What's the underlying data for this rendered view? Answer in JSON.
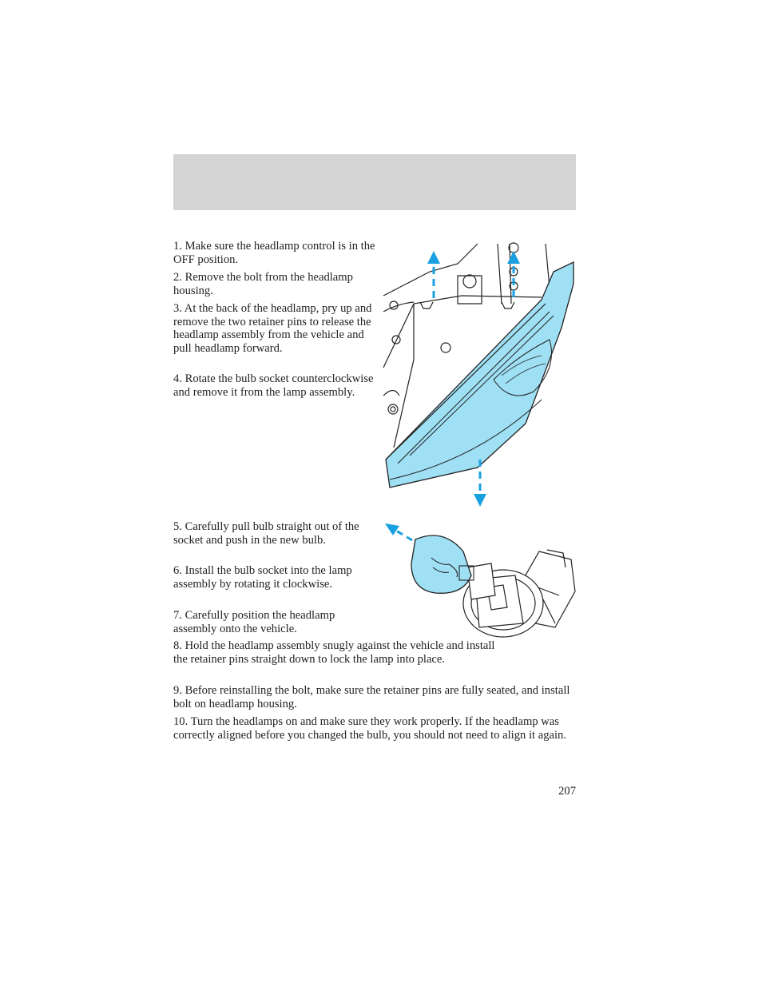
{
  "header": {
    "band_color": "#d4d4d4"
  },
  "steps": [
    "1. Make sure the headlamp control is in the OFF position.",
    "2. Remove the bolt from the headlamp housing.",
    "3. At the back of the headlamp, pry up and remove the two retainer pins to release the headlamp assembly from the vehicle and pull headlamp forward.",
    "4. Rotate the bulb socket counterclockwise and remove it from the lamp assembly.",
    "5. Carefully pull bulb straight out of the socket and push in the new bulb.",
    "6. Install the bulb socket into the lamp assembly by rotating it clockwise.",
    "7. Carefully position the headlamp assembly onto the vehicle.",
    "8. Hold the headlamp assembly snugly against the vehicle and install the retainer pins straight down to lock the lamp into place.",
    "9. Before reinstalling the bolt, make sure the retainer pins are fully seated, and install bolt on headlamp housing.",
    "10. Turn the headlamps on and make sure they work properly. If the headlamp was correctly aligned before you changed the bulb, you should not need to align it again."
  ],
  "page_number": "207",
  "illustrations": {
    "headlamp_removal": {
      "icon": "headlamp-assembly-icon",
      "accent": "#9fe0f5",
      "arrow_color": "#1aa0e0"
    },
    "bulb_replacement": {
      "icon": "bulb-socket-icon",
      "accent": "#9fe0f5",
      "arrow_color": "#1aa0e0"
    }
  }
}
